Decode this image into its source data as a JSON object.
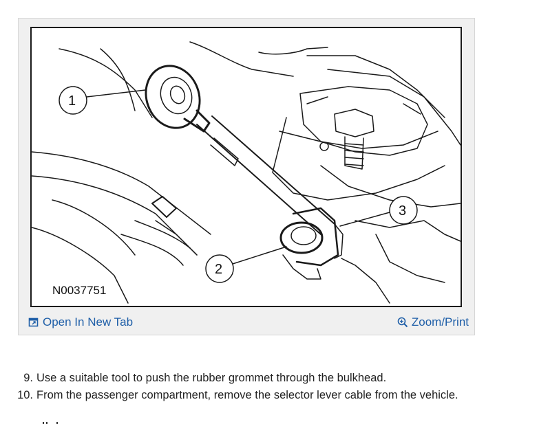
{
  "figure": {
    "id_label": "N0037751",
    "callouts": [
      "1",
      "2",
      "3"
    ]
  },
  "links": {
    "open_new_tab": "Open In New Tab",
    "zoom_print": "Zoom/Print"
  },
  "steps": [
    {
      "number": "9.",
      "text": "Use a suitable tool to push the rubber grommet through the bulkhead."
    },
    {
      "number": "10.",
      "text": "From the passenger compartment, remove the selector lever cable from the vehicle."
    }
  ],
  "colors": {
    "link": "#1f5fa8",
    "card_bg": "#f0f0f0",
    "frame_border": "#1a1a1a"
  },
  "icons": [
    "open-in-new-tab-icon",
    "zoom-icon"
  ]
}
